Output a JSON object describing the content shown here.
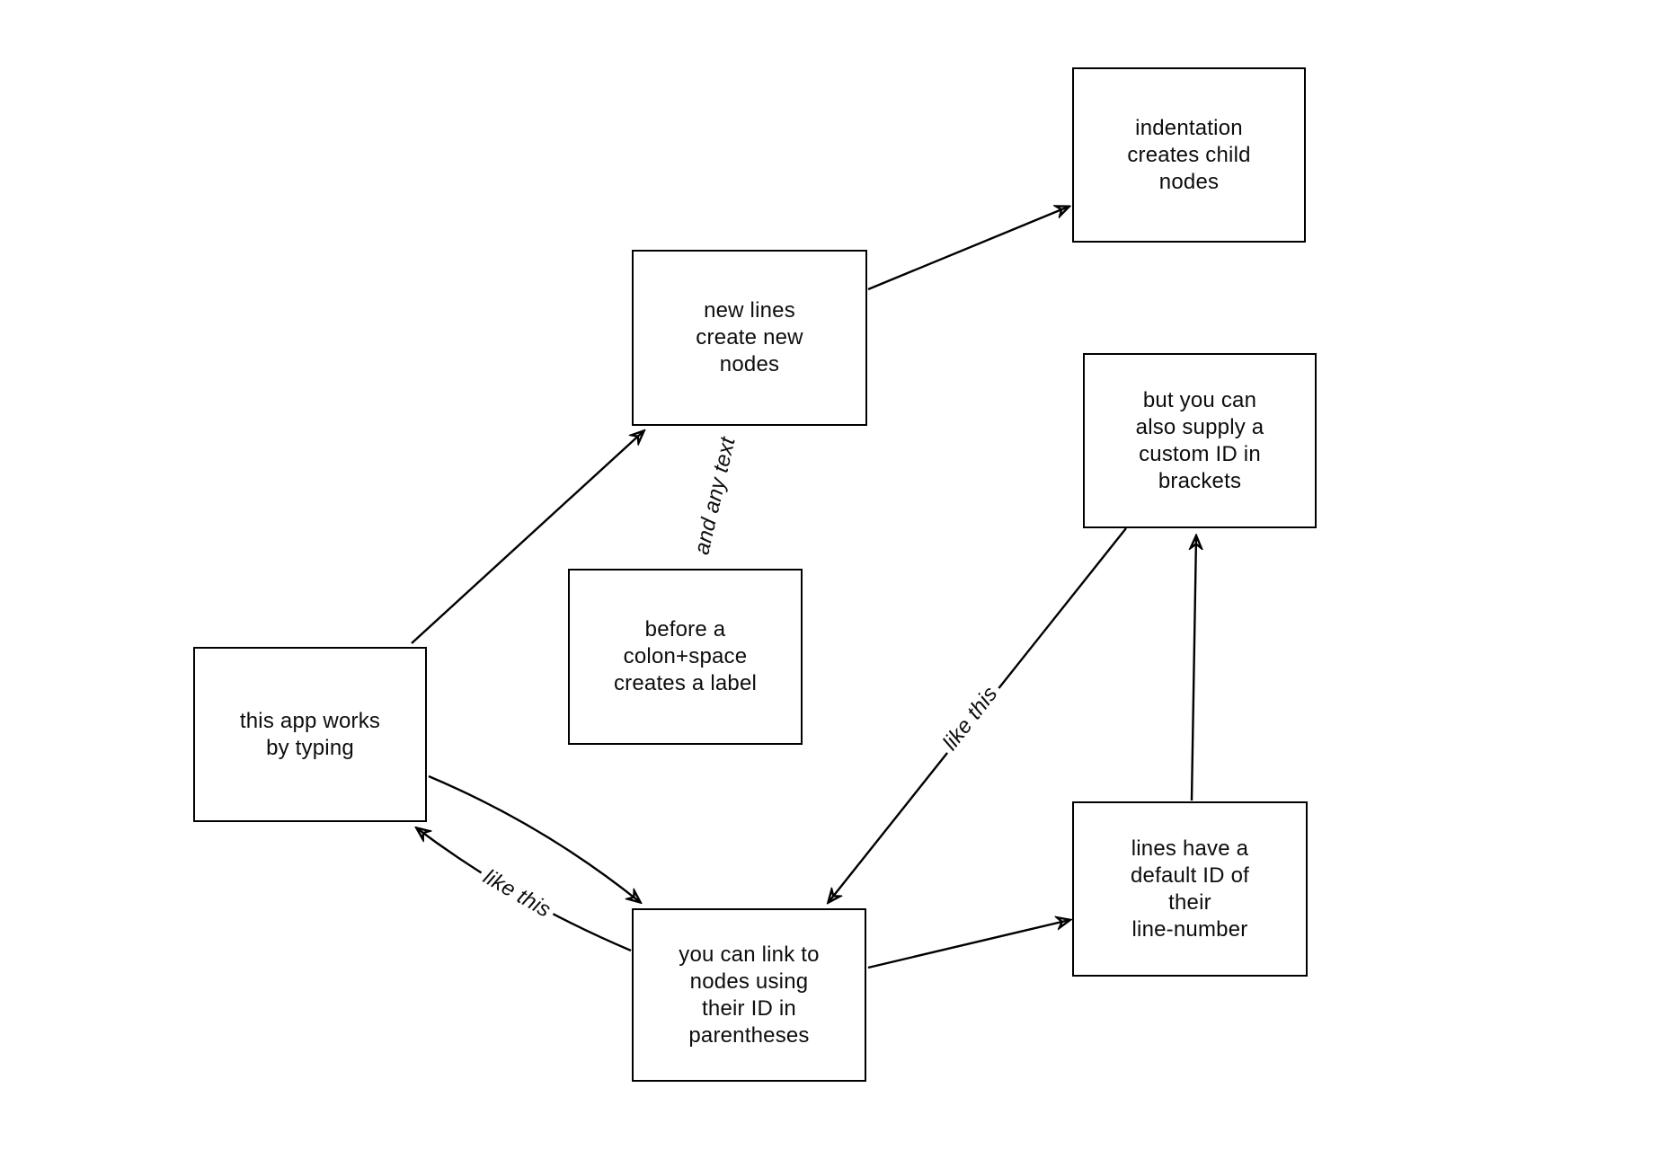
{
  "diagram": {
    "background_color": "#ffffff",
    "stroke_color": "#000000",
    "text_color": "#0d0d0d",
    "nodes": [
      {
        "id": "app-typing",
        "label": [
          "this app works",
          "by typing"
        ]
      },
      {
        "id": "new-lines",
        "label": [
          "new lines",
          "create new",
          "nodes"
        ]
      },
      {
        "id": "indentation",
        "label": [
          "indentation",
          "creates child",
          "nodes"
        ]
      },
      {
        "id": "before-colon",
        "label": [
          "before a",
          "colon+space",
          "creates a label"
        ]
      },
      {
        "id": "custom-id",
        "label": [
          "but you can",
          "also supply a",
          "custom ID in",
          "brackets"
        ]
      },
      {
        "id": "link-parens",
        "label": [
          "you can link to",
          "nodes using",
          "their ID in",
          "parentheses"
        ]
      },
      {
        "id": "line-number",
        "label": [
          "lines have a",
          "default ID of",
          "their",
          "line-number"
        ]
      }
    ],
    "edge_labels": [
      {
        "id": "and-any-text",
        "text": "and any text"
      },
      {
        "id": "like-this-app",
        "text": "like this"
      },
      {
        "id": "like-this-custom",
        "text": "like this"
      }
    ]
  }
}
